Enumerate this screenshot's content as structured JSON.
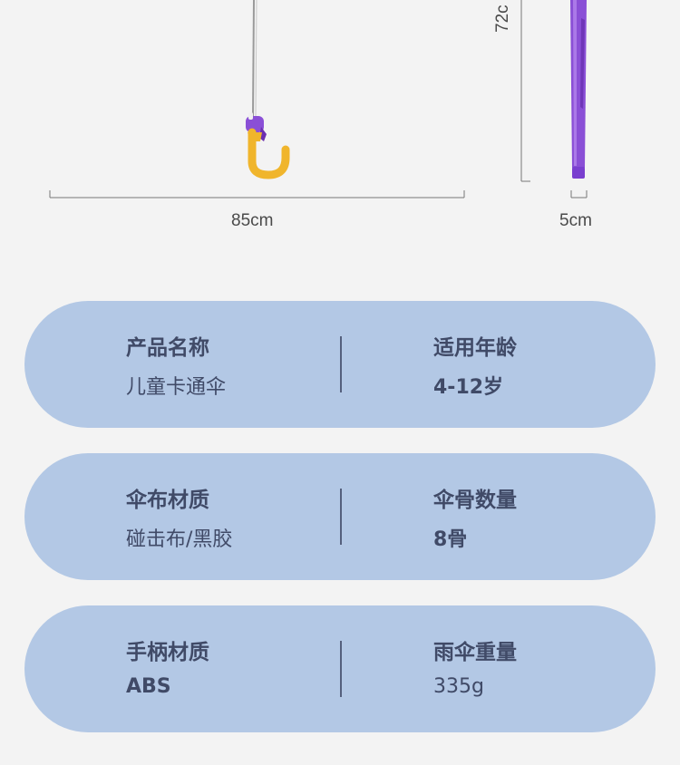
{
  "dimensions": {
    "width_label": "85cm",
    "diameter_label": "5cm",
    "length_label_partial": "72c"
  },
  "specs": [
    {
      "left": {
        "label": "产品名称",
        "value": "儿童卡通伞"
      },
      "right": {
        "label": "适用年龄",
        "value": "4-12岁"
      }
    },
    {
      "left": {
        "label": "伞布材质",
        "value": "碰击布/黑胶"
      },
      "right": {
        "label": "伞骨数量",
        "value": "8骨"
      }
    },
    {
      "left": {
        "label": "手柄材质",
        "value": "ABS"
      },
      "right": {
        "label": "雨伞重量",
        "value": "335g"
      }
    }
  ],
  "colors": {
    "background": "#f3f3f3",
    "card": "#b3c8e5",
    "text": "#404a67",
    "handle": "#f0b52c",
    "canopy_purple": "#8a4fd6"
  }
}
